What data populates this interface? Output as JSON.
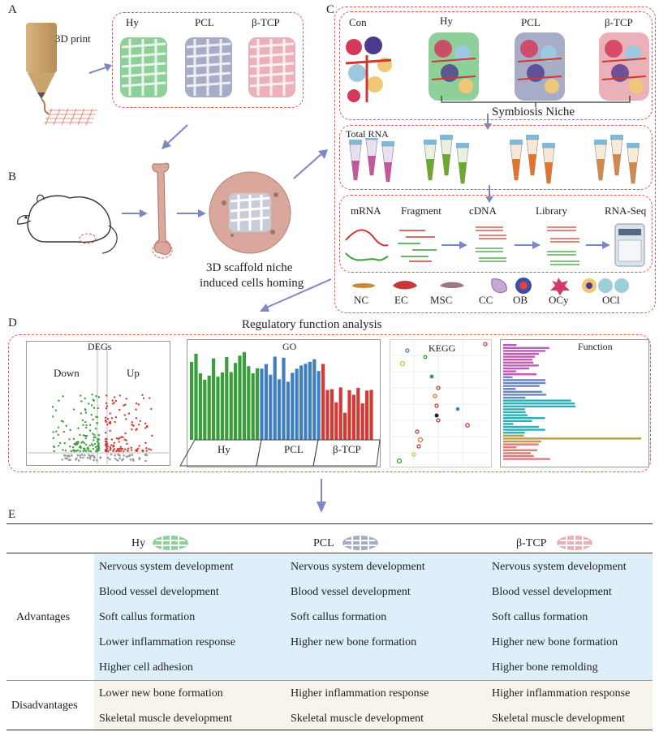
{
  "panels": {
    "a": "A",
    "b": "B",
    "c": "C",
    "d": "D",
    "e": "E"
  },
  "panel_a": {
    "print_label": "3D print",
    "scaffolds": [
      "Hy",
      "PCL",
      "β-TCP"
    ]
  },
  "panel_b": {
    "caption_line1": "3D scaffold niche",
    "caption_line2": "induced cells homing"
  },
  "panel_c": {
    "groups": [
      "Con",
      "Hy",
      "PCL",
      "β-TCP"
    ],
    "symbiosis": "Symbiosis Niche",
    "total_rna": "Total RNA",
    "steps": [
      "mRNA",
      "Fragment",
      "cDNA",
      "Library",
      "RNA-Seq"
    ],
    "cells": [
      "NC",
      "EC",
      "MSC",
      "CC",
      "OB",
      "OCy",
      "OCl"
    ]
  },
  "panel_d": {
    "title": "Regulatory function analysis",
    "degs": {
      "title": "DEGs",
      "down": "Down",
      "up": "Up"
    },
    "go": {
      "title": "GO",
      "groups": [
        "Hy",
        "PCL",
        "β-TCP"
      ]
    },
    "kegg": {
      "title": "KEGG"
    },
    "function": {
      "title": "Function"
    }
  },
  "panel_e": {
    "columns": [
      "Hy",
      "PCL",
      "β-TCP"
    ],
    "advantages_label": "Advantages",
    "disadvantages_label": "Disadvantages",
    "advantages": [
      [
        "Nervous system development",
        "Nervous system development",
        "Nervous system development"
      ],
      [
        "Blood vessel development",
        "Blood vessel development",
        "Blood vessel development"
      ],
      [
        "Soft callus formation",
        "Soft callus formation",
        "Soft callus formation"
      ],
      [
        "Lower inflammation response",
        "Higher new bone formation",
        "Higher new bone formation"
      ],
      [
        "Higher cell adhesion",
        "",
        "Higher bone remolding"
      ]
    ],
    "disadvantages": [
      [
        "Lower new bone formation",
        "Higher inflammation response",
        "Higher inflammation response"
      ],
      [
        "Skeletal muscle development",
        "Skeletal muscle development",
        "Skeletal muscle development"
      ]
    ]
  },
  "colors": {
    "hy": "#8fcf9a",
    "pcl": "#a7adc6",
    "tcp": "#eab1b8",
    "dash": "#e0574a",
    "arrow": "#7f86c6",
    "go_green": "#3a9e3a",
    "go_blue": "#3d7fc0",
    "go_red": "#d23a33"
  }
}
